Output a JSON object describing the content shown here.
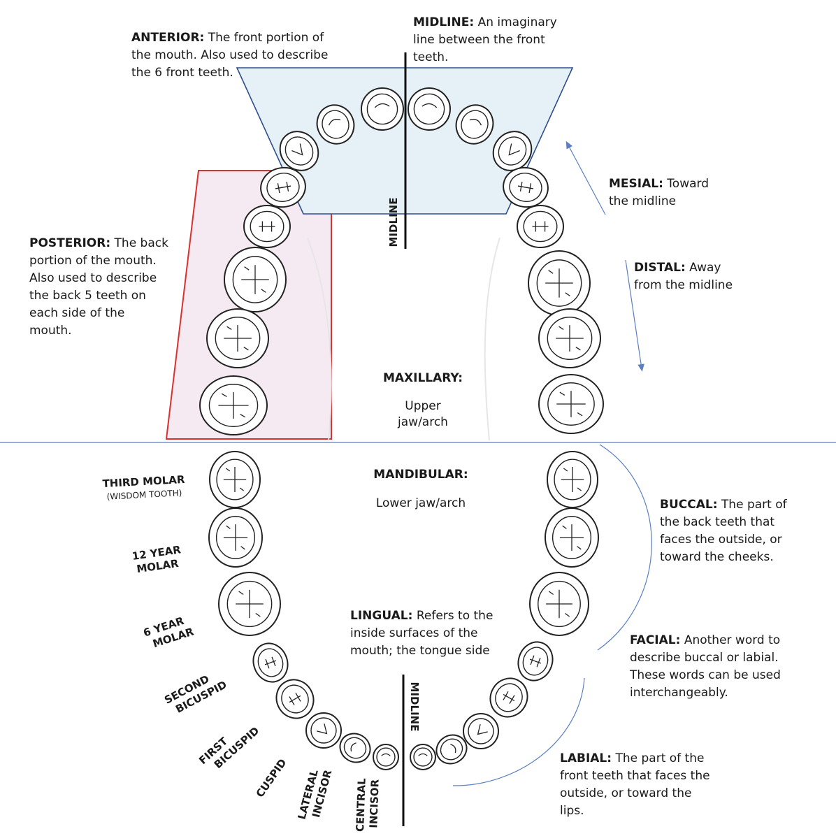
{
  "colors": {
    "anterior_fill": "#e6f1f7",
    "anterior_stroke": "#2e4d8f",
    "posterior_fill": "#f6eaf2",
    "posterior_stroke": "#d93030",
    "divider": "#5b7fc0",
    "arrow": "#5b7fc0",
    "tooth_stroke": "#222222"
  },
  "definitions": {
    "anterior": {
      "term": "ANTERIOR:",
      "text": "The front portion of the mouth. Also used to describe the 6 front teeth."
    },
    "midline": {
      "term": "MIDLINE:",
      "text": "An imaginary line between the front teeth."
    },
    "mesial": {
      "term": "MESIAL:",
      "text": "Toward the midline"
    },
    "distal": {
      "term": "DISTAL:",
      "text": "Away from the midline"
    },
    "posterior": {
      "term": "POSTERIOR:",
      "text": "The back portion of the mouth. Also used to describe the back 5 teeth on each side of the mouth."
    },
    "maxillary": {
      "term": "MAXILLARY:",
      "text": "Upper jaw/arch"
    },
    "mandibular": {
      "term": "MANDIBULAR:",
      "text": "Lower jaw/arch"
    },
    "buccal": {
      "term": "BUCCAL:",
      "text": "The part of the back teeth that faces the outside, or toward the cheeks."
    },
    "lingual": {
      "term": "LINGUAL:",
      "text": "Refers to the inside surfaces of the mouth; the tongue side"
    },
    "facial": {
      "term": "FACIAL:",
      "text": "Another word to describe buccal or labial. These words can be used interchangeably."
    },
    "labial": {
      "term": "LABIAL:",
      "text": "The part of the front teeth that faces the outside, or toward the lips."
    }
  },
  "midline_labels": {
    "upper": "MIDLINE",
    "lower": "MIDLINE"
  },
  "tooth_labels": {
    "third_molar": "THIRD MOLAR",
    "wisdom": "(WISDOM TOOTH)",
    "twelve_year_molar": [
      "12 YEAR",
      "MOLAR"
    ],
    "six_year_molar": [
      "6 YEAR",
      "MOLAR"
    ],
    "second_bicuspid": [
      "SECOND",
      "BICUSPID"
    ],
    "first_bicuspid": [
      "FIRST",
      "BICUSPID"
    ],
    "cuspid": "CUSPID",
    "lateral_incisor": [
      "LATERAL",
      "INCISOR"
    ],
    "central_incisor": [
      "CENTRAL",
      "INCISOR"
    ]
  }
}
